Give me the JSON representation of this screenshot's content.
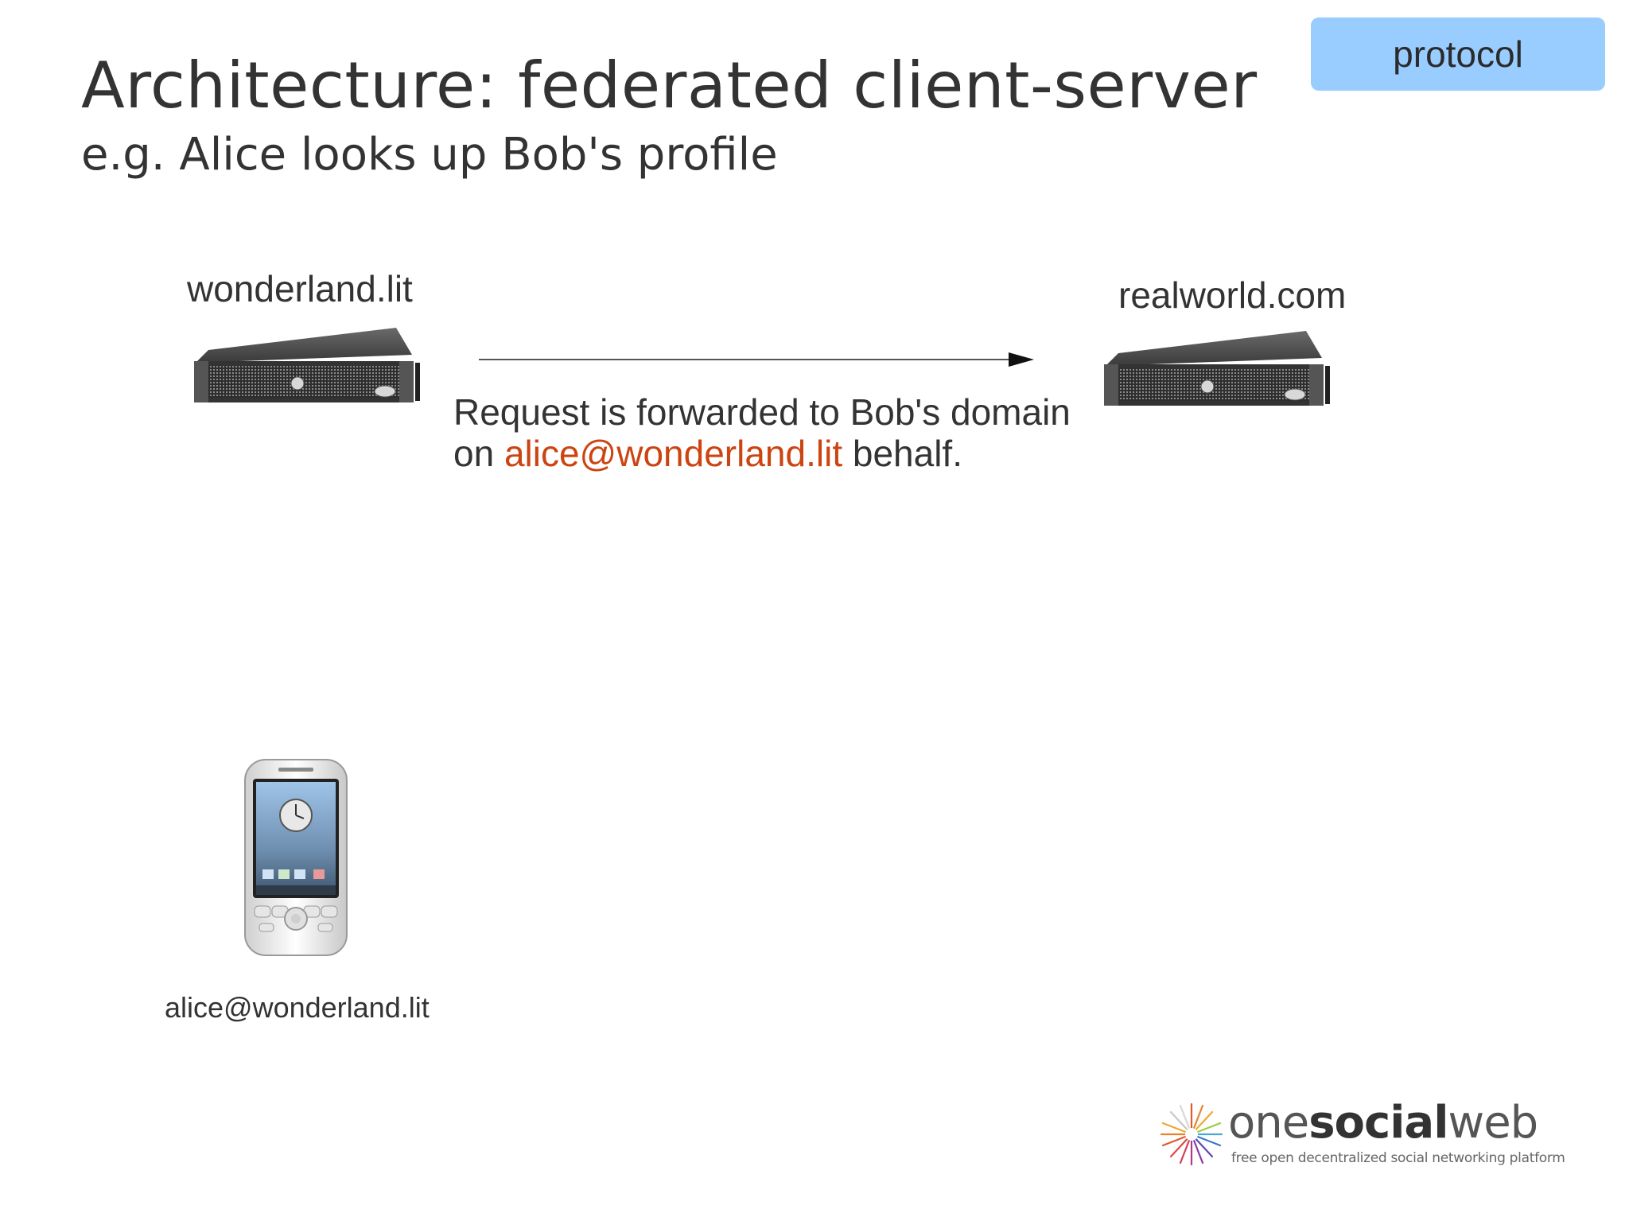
{
  "slide": {
    "title": "Architecture: federated client-server",
    "subtitle": "e.g. Alice looks up Bob's profile",
    "badge": "protocol"
  },
  "diagram": {
    "server_left_label": "wonderland.lit",
    "server_right_label": "realworld.com",
    "request_line1": "Request is forwarded to Bob's domain",
    "request_line2_prefix": "on ",
    "request_line2_accent": "alice@wonderland.lit",
    "request_line2_suffix": " behalf.",
    "client_label": "alice@wonderland.lit"
  },
  "logo": {
    "word_light_1": "one",
    "word_bold": "social",
    "word_light_2": "web",
    "tagline": "free open decentralized social networking platform"
  },
  "colors": {
    "badge": "#99ccff",
    "accent": "#cc4411",
    "text": "#333333"
  },
  "icons": [
    "server-icon",
    "arrow-right-icon",
    "smartphone-icon",
    "onesocialweb-logo"
  ]
}
